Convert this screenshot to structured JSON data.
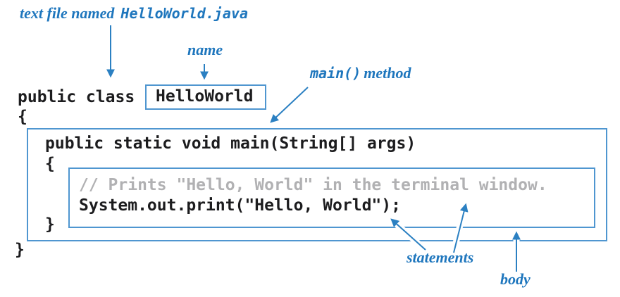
{
  "colors": {
    "label_blue": "#1e76bd",
    "box_border_blue": "#4f96d0",
    "arrow_blue": "#2b80c2",
    "code_color": "#1c1c1e",
    "comment_gray": "#b1b1b3"
  },
  "annotations": {
    "file": {
      "prefix": "text file named",
      "filename": "HelloWorld.java"
    },
    "name": "name",
    "main": {
      "code": "main()",
      "suffix": "method"
    },
    "statements": "statements",
    "body": "body"
  },
  "code": {
    "class_keyword": "public class",
    "class_name": "HelloWorld",
    "class_open_brace": "{",
    "main_signature": "public static void main(String[] args)",
    "main_open_brace": "{",
    "comment": "// Prints \"Hello, World\" in the terminal window.",
    "print_statement": "System.out.print(\"Hello, World\");",
    "main_close_brace": "}",
    "class_close_brace": "}"
  }
}
